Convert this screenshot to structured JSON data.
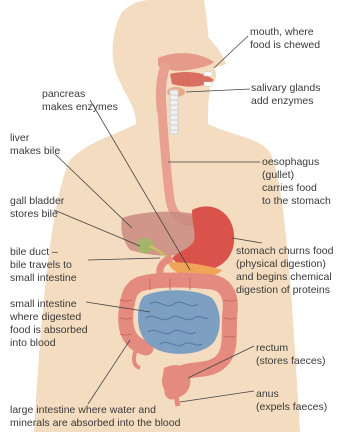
{
  "labels": {
    "mouth": [
      "mouth, where",
      "food is chewed"
    ],
    "salivary": [
      "salivary glands",
      "add enzymes"
    ],
    "pancreas": [
      "pancreas",
      "makes enzymes"
    ],
    "liver": [
      "liver",
      "makes bile"
    ],
    "oesophagus": [
      "oesophagus",
      "(gullet)",
      "carries food",
      "to the stomach"
    ],
    "gall_bladder": [
      "gall bladder",
      "stores bile"
    ],
    "bile_duct": [
      "bile duct –",
      "bile travels to",
      "small intestine"
    ],
    "stomach": [
      "stomach churns food",
      "(physical digestion)",
      "and begins chemical",
      "digestion of proteins"
    ],
    "small_intestine": [
      "small intestine",
      "where digested",
      "food is absorbed",
      "into blood"
    ],
    "rectum": [
      "rectum",
      "(stores faeces)"
    ],
    "anus": [
      "anus",
      "(expels faeces)"
    ],
    "large_intestine": [
      "large intestine where water and",
      "minerals are absorbed into the blood"
    ]
  },
  "colors": {
    "body": "#f3dcbf",
    "oesophagus": "#e8a090",
    "stomach": "#d9534a",
    "liver": "#c98a80",
    "gall_bladder": "#a7b26a",
    "pancreas": "#f0a458",
    "small_intestine": "#7d9fc2",
    "large_intestine": "#e58a7f",
    "leader_line": "#444444",
    "text": "#3a3a3a"
  }
}
